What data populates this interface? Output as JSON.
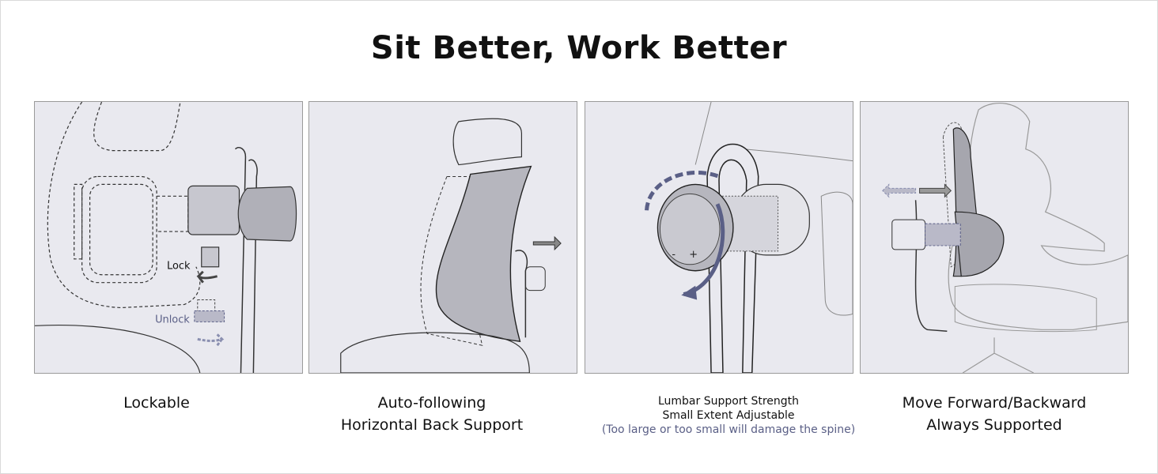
{
  "title": "Sit Better, Work Better",
  "panels": [
    {
      "labels": {
        "lock": "Lock",
        "unlock": "Unlock"
      },
      "caption": [
        "Lockable"
      ]
    },
    {
      "caption": [
        "Auto-following",
        "Horizontal Back Support"
      ]
    },
    {
      "knob_signs": {
        "minus": "-",
        "plus": "+"
      },
      "caption": [
        "Lumbar Support Strength",
        "Small Extent Adjustable"
      ],
      "note": "(Too large or too small will damage the spine)"
    },
    {
      "caption": [
        "Move Forward/Backward",
        "Always Supported"
      ]
    }
  ],
  "colors": {
    "panel_bg": "#e9e9ef",
    "accent": "#5a5f86",
    "part_gray": "#b9b9c1"
  }
}
